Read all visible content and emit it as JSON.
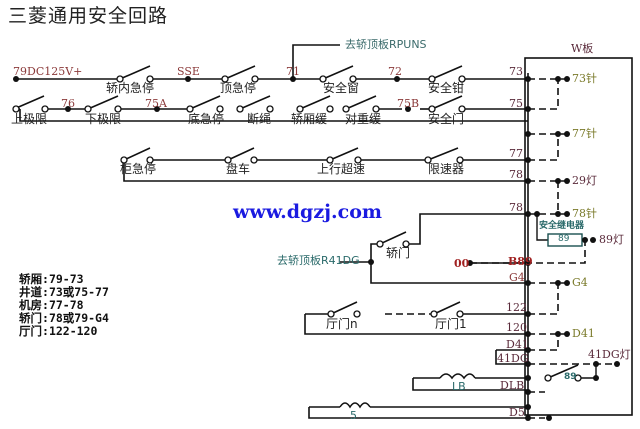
{
  "title": "三菱通用安全回路",
  "watermark": "www.dgzj.com",
  "board_label": "W板",
  "top_branch_label": "去轿顶板RPUNS",
  "door_branch_label": "去轿顶板R41DG",
  "relay_label": "安全继电器",
  "relay_number": "89",
  "lines": {
    "line1": {
      "source": "79DC125V+",
      "nodes": [
        "SSE",
        "71",
        "72",
        "73"
      ],
      "switches": [
        "轿内急停",
        "顶急停",
        "安全窗",
        "安全钳"
      ]
    },
    "line2": {
      "nodes": [
        "76",
        "75A",
        "75B",
        "75"
      ],
      "switches": [
        "上极限",
        "下极限",
        "底急停",
        "断绳",
        "轿厢缓",
        "对重缓",
        "安全门"
      ]
    },
    "line3": {
      "nodes": [
        "77",
        "78"
      ],
      "switches": [
        "柜急停",
        "盘车",
        "上行超速",
        "限速器"
      ]
    },
    "line4": {
      "nodes": [
        "78",
        "B89",
        "00"
      ],
      "switches": [
        "轿门"
      ]
    },
    "line5": {
      "nodes": [
        "G4",
        "122",
        "120"
      ],
      "switches": [
        "厅门n",
        "厅门1"
      ]
    },
    "line6": {
      "nodes": [
        "D41",
        "41DG",
        "DLB",
        "D5"
      ],
      "coils": [
        "LB",
        "5"
      ]
    }
  },
  "board_pins": [
    "73针",
    "77针",
    "29灯",
    "78针",
    "89灯",
    "G4",
    "D41",
    "41DG灯"
  ],
  "contact_89": "89",
  "legend": [
    {
      "name": "轿厢:",
      "value": "79-73"
    },
    {
      "name": "井道:",
      "value": "73或75-77"
    },
    {
      "name": "机房:",
      "value": "77-78"
    },
    {
      "name": "轿门:",
      "value": "78或79-G4"
    },
    {
      "name": "厅门:",
      "value": "122-120"
    }
  ]
}
